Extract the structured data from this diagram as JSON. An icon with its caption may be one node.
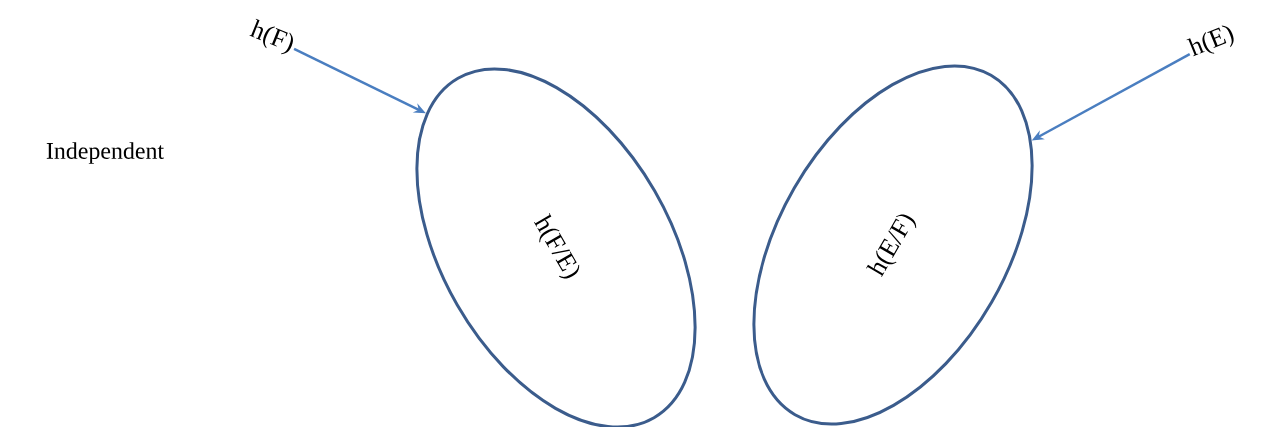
{
  "diagram": {
    "nodes": [
      {
        "text": [
          "h(F)"
        ]
      },
      {
        "text": [
          "h(F/E)"
        ]
      },
      {
        "text": [
          "h(E/F)"
        ]
      },
      {
        "text": [
          "h(E)"
        ]
      }
    ],
    "edges": [
      {
        "from": 0,
        "to": 1,
        "arrow": "to"
      },
      {
        "from": 3,
        "to": 2,
        "arrow": "to"
      }
    ],
    "labels": [
      "Independent"
    ]
  }
}
